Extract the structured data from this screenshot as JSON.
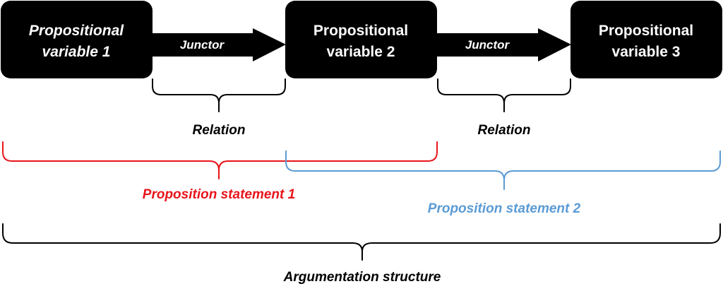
{
  "variables": [
    {
      "line1": "Propositional",
      "line2": "variable 1"
    },
    {
      "line1": "Propositional",
      "line2": "variable 2"
    },
    {
      "line1": "Propositional",
      "line2": "variable 3"
    }
  ],
  "junctors": [
    "Junctor",
    "Junctor"
  ],
  "relations": [
    "Relation",
    "Relation"
  ],
  "statements": [
    {
      "label": "Proposition statement 1",
      "color": "#e8141b"
    },
    {
      "label": "Proposition statement 2",
      "color": "#5b9bd5"
    }
  ],
  "argumentation": {
    "label": "Argumentation structure",
    "color": "#000000"
  },
  "colors": {
    "box": "#000000",
    "box_text": "#ffffff",
    "text": "#000000"
  }
}
